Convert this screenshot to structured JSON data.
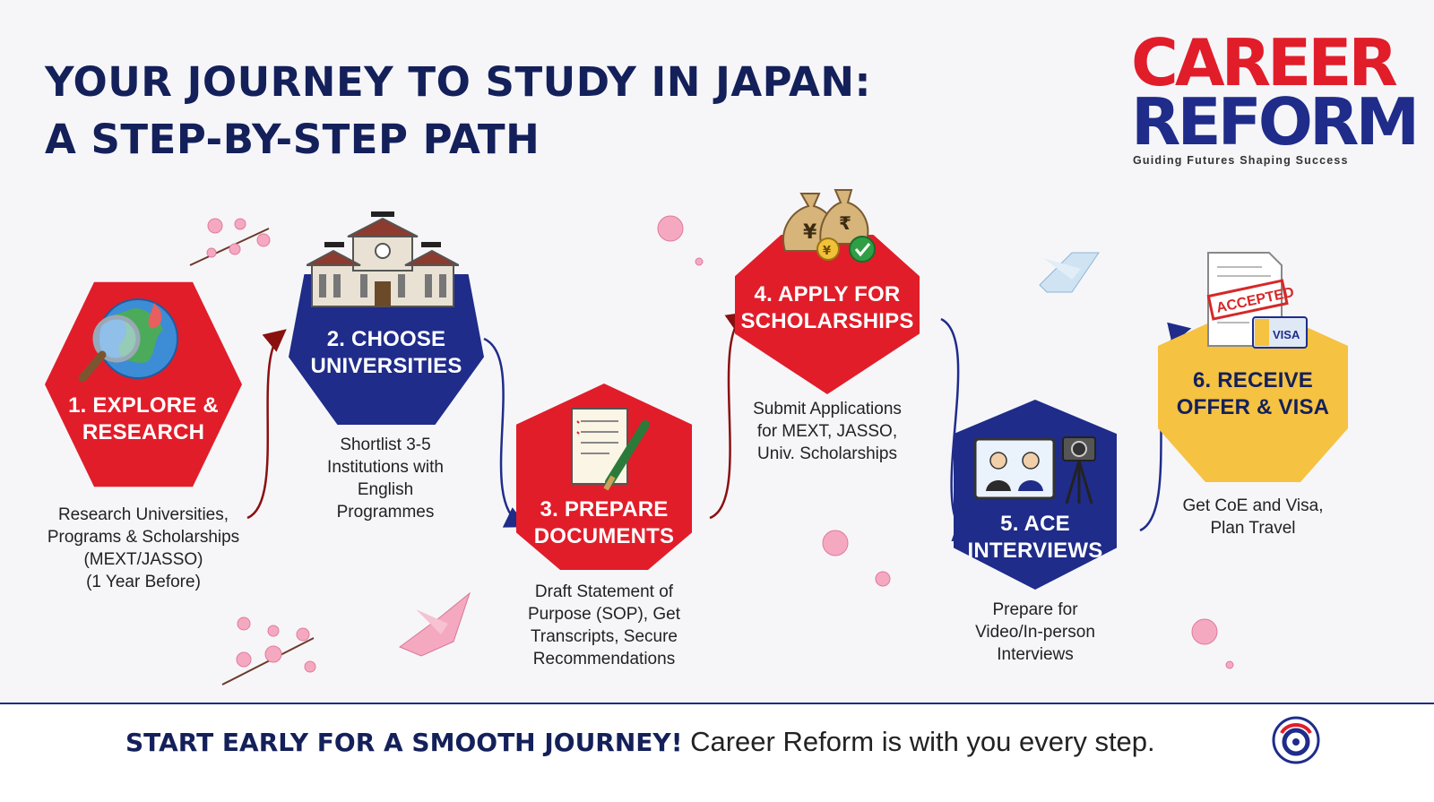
{
  "title": {
    "line1": "YOUR JOURNEY TO STUDY IN JAPAN:",
    "line2": "A STEP-BY-STEP PATH"
  },
  "logo": {
    "line1": "CAREER",
    "line2": "REFORM",
    "tagline": "Guiding Futures Shaping Success"
  },
  "steps": [
    {
      "line1": "1. EXPLORE &",
      "line2": "RESEARCH",
      "color": "#e11d2a",
      "icon": "globe-magnifier-icon",
      "desc": [
        "Research Universities,",
        "Programs & Scholarships",
        "(MEXT/JASSO)",
        "(1 Year Before)"
      ]
    },
    {
      "line1": "2. CHOOSE",
      "line2": "UNIVERSITIES",
      "color": "#1f2c8a",
      "icon": "university-building-icon",
      "desc": [
        "Shortlist 3-5",
        "Institutions with",
        "English",
        "Programmes"
      ]
    },
    {
      "line1": "3. PREPARE",
      "line2": "DOCUMENTS",
      "color": "#e11d2a",
      "icon": "document-pen-icon",
      "desc": [
        "Draft Statement of",
        "Purpose (SOP), Get",
        "Transcripts, Secure",
        "Recommendations"
      ]
    },
    {
      "line1": "4. APPLY FOR",
      "line2": "SCHOLARSHIPS",
      "color": "#e11d2a",
      "icon": "money-bags-icon",
      "desc": [
        "Submit Applications",
        "for MEXT, JASSO,",
        "Univ. Scholarships"
      ]
    },
    {
      "line1": "5. ACE",
      "line2": "INTERVIEWS",
      "color": "#1f2c8a",
      "icon": "video-interview-icon",
      "desc": [
        "Prepare for",
        "Video/In-person",
        "Interviews"
      ]
    },
    {
      "line1": "6. RECEIVE",
      "line2": "OFFER & VISA",
      "color": "#f5c242",
      "icon": "accepted-visa-icon",
      "desc": [
        "Get CoE and Visa,",
        "Plan Travel"
      ]
    }
  ],
  "icons": {
    "moneybag_yen": "¥",
    "moneybag_rupee": "₹",
    "coin": "¥",
    "stamp": "ACCEPTED",
    "visa": "VISA"
  },
  "footer": {
    "bold": "START EARLY FOR A SMOOTH JOURNEY!",
    "rest": " Career Reform is with you every step."
  },
  "colors": {
    "red": "#e11d2a",
    "navy": "#1f2c8a",
    "gold": "#f5c242",
    "title": "#14205a"
  }
}
